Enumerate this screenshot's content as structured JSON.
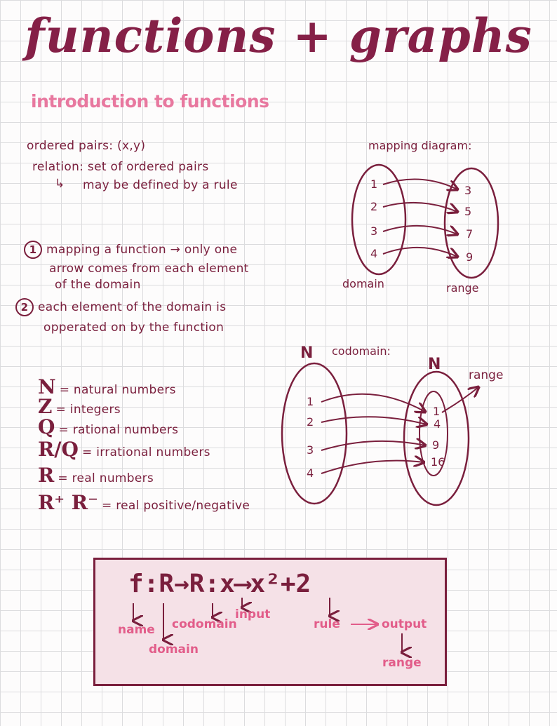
{
  "title": "functions + graphs",
  "subtitle": "introduction to functions",
  "notes": {
    "ordered_pairs": "ordered pairs: (x,y)",
    "relation": "relation: set of ordered pairs",
    "rule": "may be defined by a rule"
  },
  "points": [
    {
      "num": "1",
      "lines": [
        "mapping a function → only one",
        "arrow comes from each element",
        "of the domain"
      ]
    },
    {
      "num": "2",
      "lines": [
        "each element of the domain is",
        "opperated on by the function"
      ]
    }
  ],
  "mapping": {
    "title": "mapping diagram:",
    "domain_values": [
      "1",
      "2",
      "3",
      "4"
    ],
    "range_values": [
      "3",
      "5",
      "7",
      "9"
    ],
    "domain_label": "domain",
    "range_label": "range"
  },
  "codomain": {
    "title": "codomain:",
    "left_set": "N",
    "right_set": "N",
    "domain_values": [
      "1",
      "2",
      "3",
      "4"
    ],
    "range_values": [
      "1",
      "4",
      "9",
      "16"
    ],
    "range_label": "range"
  },
  "number_sets": [
    {
      "sym": "N",
      "desc": "= natural numbers"
    },
    {
      "sym": "Z",
      "desc": "= integers"
    },
    {
      "sym": "Q",
      "desc": "= rational numbers"
    },
    {
      "sym": "R/Q",
      "desc": "= irrational numbers"
    },
    {
      "sym": "R",
      "desc": "= real numbers"
    },
    {
      "sym": "R⁺ R⁻",
      "desc": "= real positive/negative"
    }
  ],
  "function_box": {
    "expr_f": "f",
    "expr_colon1": ":",
    "expr_R1": "R",
    "expr_R2": "R",
    "expr_colon2": ":",
    "expr_x": "x",
    "expr_out": "x²+2",
    "name": "name",
    "domain": "domain",
    "codomain": "codomain",
    "input": "input",
    "rule": "rule",
    "output": "output",
    "range": "range"
  },
  "colors": {
    "ink": "#7a1f3d",
    "pink": "#e25d8a",
    "box_bg": "#f5e1e7"
  }
}
